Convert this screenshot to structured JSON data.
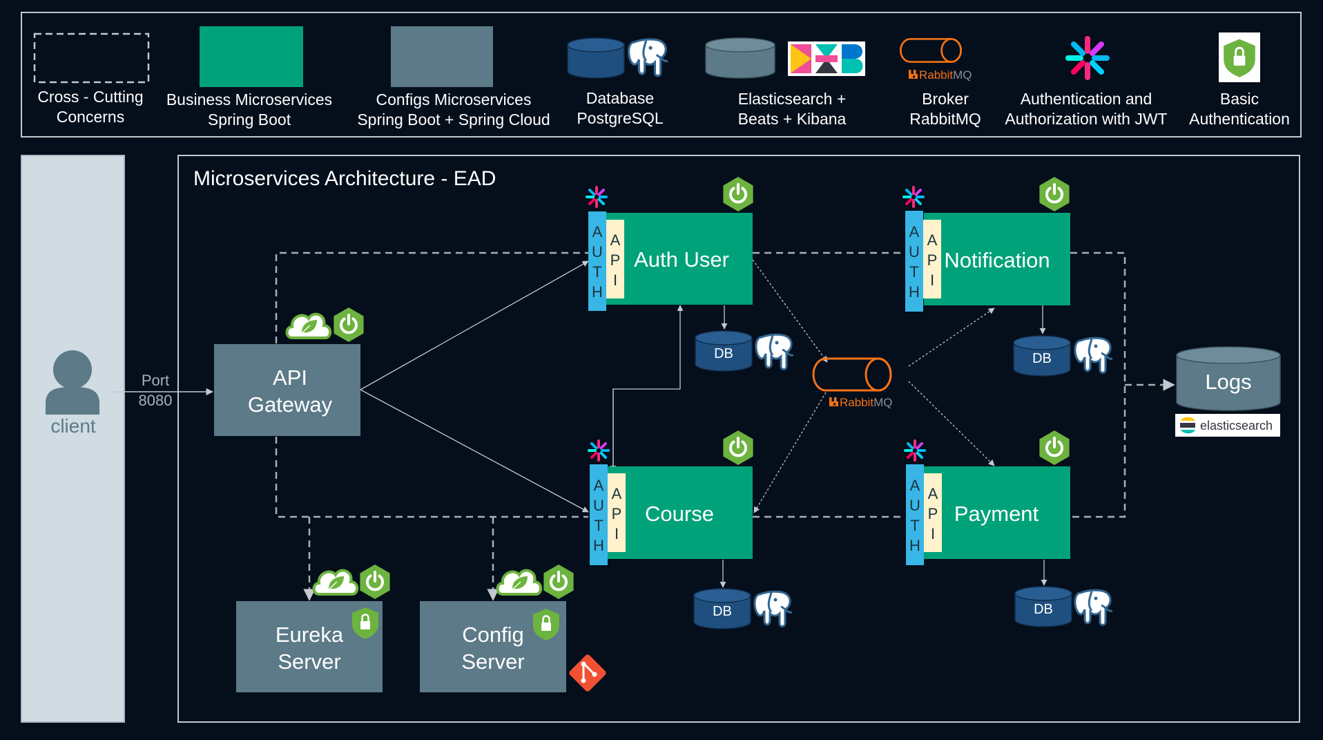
{
  "colors": {
    "background": "#050e1b",
    "business": "#00a27a",
    "config": "#5c7a87",
    "database": "#1f4f7e",
    "logs": "#5c7a87",
    "client": "#d0dbe2",
    "auth": "#38b6e6",
    "api": "#fff2cc",
    "spring": "#6db33f",
    "rabbit": "#f47216",
    "line": "#c4c9cf",
    "git": "#f05133"
  },
  "legend": {
    "cross_cutting": [
      "Cross - Cutting",
      "Concerns"
    ],
    "business": [
      "Business Microservices",
      "Spring Boot"
    ],
    "configs": [
      "Configs Microservices",
      "Spring Boot + Spring Cloud"
    ],
    "database": [
      "Database",
      "PostgreSQL"
    ],
    "elastic": [
      "Elasticsearch +",
      "Beats + Kibana"
    ],
    "broker": [
      "Broker",
      "RabbitMQ"
    ],
    "jwt": [
      "Authentication and",
      "Authorization with JWT"
    ],
    "basic": [
      "Basic",
      "Authentication"
    ]
  },
  "main": {
    "title": "Microservices Architecture - EAD"
  },
  "client": {
    "label": "client",
    "port": [
      "Port",
      "8080"
    ]
  },
  "gateway": [
    "API",
    "Gateway"
  ],
  "eureka": [
    "Eureka",
    "Server"
  ],
  "config_server": [
    "Config",
    "Server"
  ],
  "services": {
    "auth_user": "Auth User",
    "notification": "Notification",
    "course": "Course",
    "payment": "Payment"
  },
  "auth_letters": [
    "A",
    "U",
    "T",
    "H"
  ],
  "api_letters": [
    "A",
    "P",
    "I"
  ],
  "db_label": "DB",
  "logs": {
    "label": "Logs",
    "brand": "elasticsearch"
  },
  "rabbit_brand": {
    "prefix": "Rabbit",
    "suffix": "MQ"
  }
}
